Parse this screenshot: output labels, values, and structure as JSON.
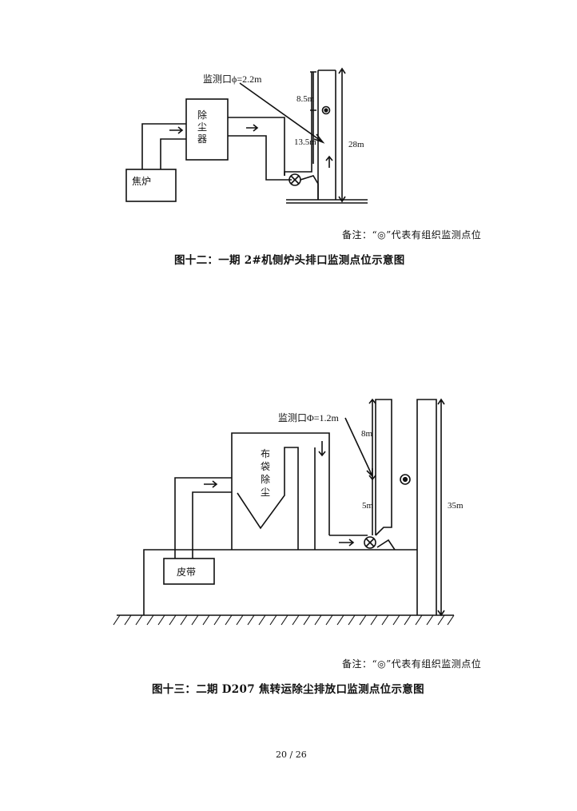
{
  "figure12": {
    "monitor_port": "监测口ϕ=2.2m",
    "dust_collector": [
      "除",
      "尘",
      "器"
    ],
    "furnace": "焦炉",
    "dim_top": "8.5m",
    "dim_bottom": "13.5m",
    "dim_total": "28m",
    "note": "备注：“◎”代表有组织监测点位",
    "caption": "图十二：一期 2#机侧炉头排口监测点位示意图"
  },
  "figure13": {
    "monitor_port": "监测口Φ=1.2m",
    "bag_filter": [
      "布",
      "袋",
      "除",
      "尘"
    ],
    "belt": "皮带",
    "dim_top": "8m",
    "dim_bottom": "5m",
    "dim_total": "35m",
    "note": "备注：“◎”代表有组织监测点位",
    "caption": "图十三：二期 D207 焦转运除尘排放口监测点位示意图"
  },
  "page_number": "20 / 26"
}
